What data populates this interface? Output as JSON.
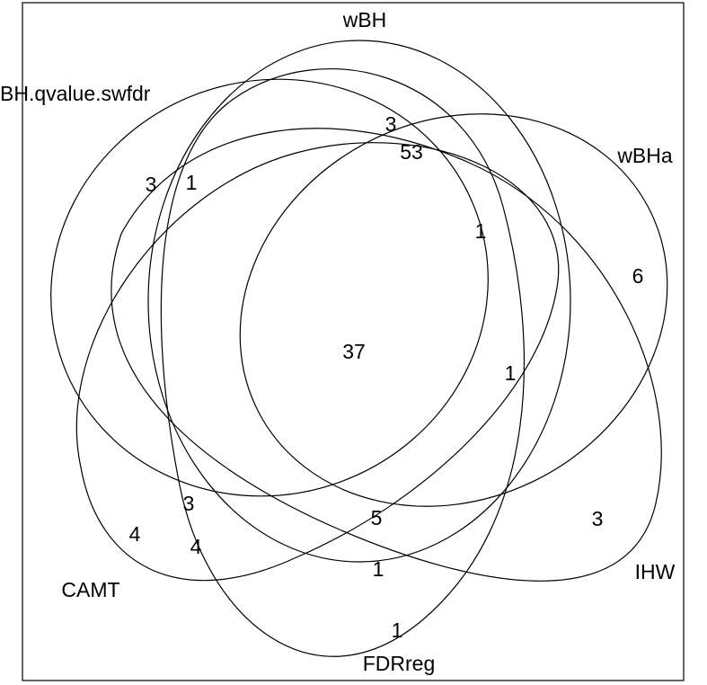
{
  "diagram": {
    "type": "venn",
    "sets": [
      {
        "id": "wBH",
        "label": "wBH"
      },
      {
        "id": "BH.qvalue.swfdr",
        "label": "BH.qvalue.swfdr"
      },
      {
        "id": "wBHa",
        "label": "wBHa"
      },
      {
        "id": "IHW",
        "label": "IHW"
      },
      {
        "id": "FDRreg",
        "label": "FDRreg"
      },
      {
        "id": "CAMT",
        "label": "CAMT"
      }
    ],
    "counts": [
      "3",
      "53",
      "3",
      "1",
      "1",
      "6",
      "37",
      "1",
      "3",
      "5",
      "4",
      "4",
      "1",
      "3",
      "1"
    ]
  }
}
